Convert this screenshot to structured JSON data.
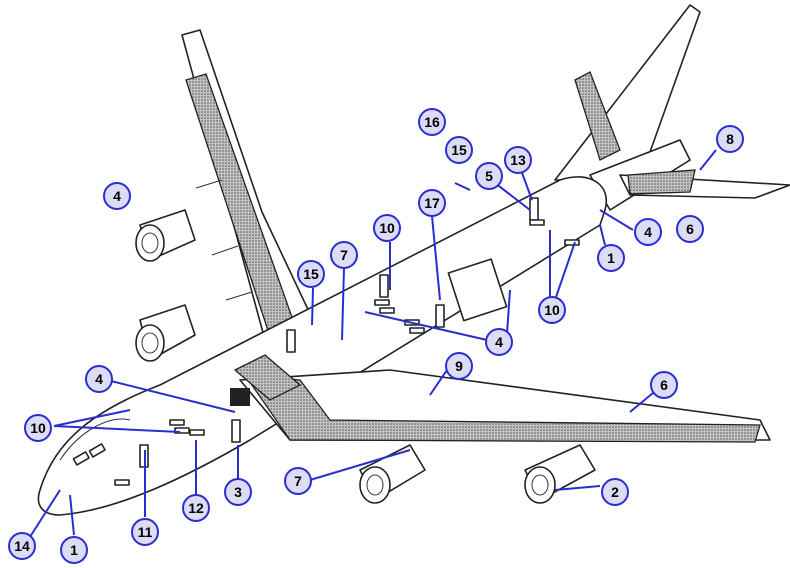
{
  "colors": {
    "callout_stroke": "#2b2ecf",
    "callout_fill": "#dcdcf4",
    "callout_text": "#111111",
    "line": "#222222",
    "shading": "#9a9a9a"
  },
  "callouts": [
    {
      "id": "c1",
      "label": "16"
    },
    {
      "id": "c2",
      "label": "15"
    },
    {
      "id": "c3",
      "label": "13"
    },
    {
      "id": "c4",
      "label": "5"
    },
    {
      "id": "c5",
      "label": "8"
    },
    {
      "id": "c6",
      "label": "4"
    },
    {
      "id": "c7",
      "label": "6"
    },
    {
      "id": "c8",
      "label": "1"
    },
    {
      "id": "c9",
      "label": "17"
    },
    {
      "id": "c10",
      "label": "10"
    },
    {
      "id": "c11",
      "label": "7"
    },
    {
      "id": "c12",
      "label": "15"
    },
    {
      "id": "c13",
      "label": "4"
    },
    {
      "id": "c14",
      "label": "10"
    },
    {
      "id": "c15",
      "label": "4"
    },
    {
      "id": "c16",
      "label": "9"
    },
    {
      "id": "c17",
      "label": "6"
    },
    {
      "id": "c18",
      "label": "4"
    },
    {
      "id": "c19",
      "label": "10"
    },
    {
      "id": "c20",
      "label": "2"
    },
    {
      "id": "c21",
      "label": "7"
    },
    {
      "id": "c22",
      "label": "3"
    },
    {
      "id": "c23",
      "label": "12"
    },
    {
      "id": "c24",
      "label": "11"
    },
    {
      "id": "c25",
      "label": "14"
    },
    {
      "id": "c26",
      "label": "1"
    }
  ]
}
